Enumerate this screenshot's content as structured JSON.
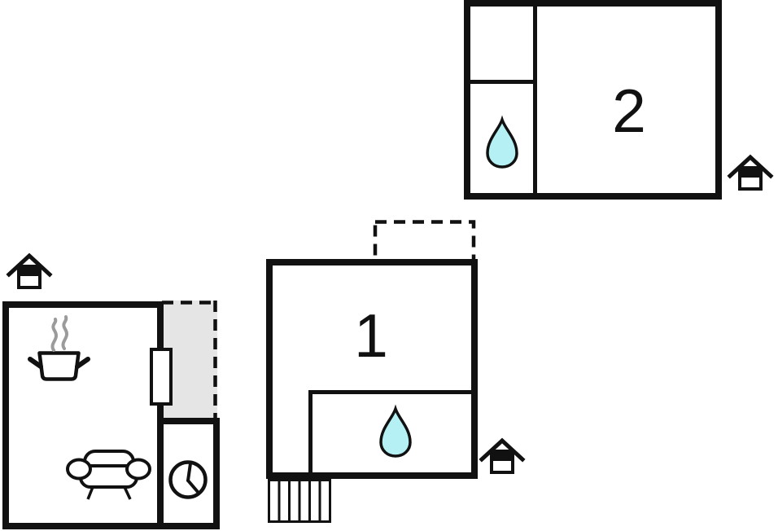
{
  "colors": {
    "wall": "#111111",
    "background": "#ffffff",
    "water_drop": "#b5f1f4",
    "terrace_upper": "#c3c3c3",
    "terrace_lower": "#e5e5e5",
    "steam": "#9b9b9b"
  },
  "rooms": {
    "room_2": {
      "label": "2"
    },
    "room_1": {
      "label": "1"
    }
  },
  "icons": {
    "entrance": "house-entrance-icon",
    "water": "water-drop-icon",
    "stove": "cooking-pot-steam-icon",
    "sofa": "sofa-icon",
    "clock": "wall-clock-icon",
    "stairs": "stairs-icon",
    "door": "door-opening"
  }
}
